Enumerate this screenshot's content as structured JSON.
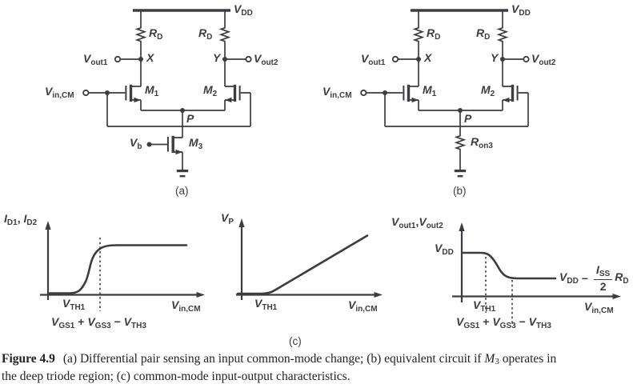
{
  "labels": {
    "vdd": {
      "b": "V",
      "s": "DD"
    },
    "rd": {
      "b": "R",
      "s": "D"
    },
    "ron3": {
      "b": "R",
      "s": "on3"
    },
    "vout1": {
      "b": "V",
      "s": "out1"
    },
    "vout2": {
      "b": "V",
      "s": "out2"
    },
    "vincm": {
      "b": "V",
      "s": "in,CM"
    },
    "vb": {
      "b": "V",
      "s": "b"
    },
    "m1": {
      "b": "M",
      "s": "1"
    },
    "m2": {
      "b": "M",
      "s": "2"
    },
    "m3": {
      "b": "M",
      "s": "3"
    },
    "node_x": "X",
    "node_y": "Y",
    "node_p": "P",
    "tag_a": "(a)",
    "tag_b": "(b)",
    "tag_c": "(c)"
  },
  "graph_labels": {
    "id1": {
      "b": "I",
      "s": "D1"
    },
    "id2": {
      "b": "I",
      "s": "D2"
    },
    "comma_space": ", ",
    "comma": ",",
    "vp": {
      "b": "V",
      "s": "P"
    },
    "vth1": {
      "b": "V",
      "s": "TH1"
    },
    "vgs1": {
      "b": "V",
      "s": "GS1"
    },
    "vgs3": {
      "b": "V",
      "s": "GS3"
    },
    "vth3": {
      "b": "V",
      "s": "TH3"
    },
    "plus": " + ",
    "minus": " − ",
    "minus_tight": "−",
    "iss": {
      "b": "I",
      "s": "SS"
    },
    "den_two": "2"
  },
  "curve_shapes": {
    "g1": "ID1, ID2 remain zero below VTH1, rise sigmoidally and saturate past VGS1 + VGS3 - VTH3",
    "g2": "VP stays at zero until Vin,CM = VTH1, then increases linearly with Vin,CM",
    "g3": "Vout1, Vout2 start flat at VDD, fall between VTH1 and VGS1 + VGS3 - VTH3, settle at VDD - (ISS/2)RD"
  },
  "caption": {
    "tag": "Figure 4.9",
    "l1a": "(a) Differential pair sensing an input common-mode change; (b) equivalent circuit if ",
    "m3_b": "M",
    "m3_s": "3",
    "l1b": " operates in",
    "l2": "the deep triode region; (c) common-mode input-output characteristics."
  }
}
